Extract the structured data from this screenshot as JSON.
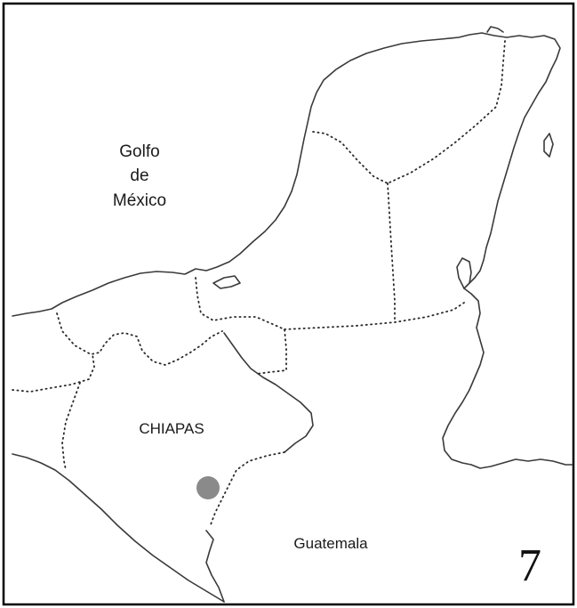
{
  "map": {
    "labels": {
      "gulf_line1": "Golfo",
      "gulf_line2": "de",
      "gulf_line3": "México",
      "state": "CHIAPAS",
      "country": "Guatemala"
    },
    "figure_number": "7",
    "marker": {
      "color": "#8a8a8a",
      "shape": "circle"
    },
    "colors": {
      "frame": "#000000",
      "coastline": "#3a3a3a",
      "borders": "#2a2a2a",
      "background": "#ffffff"
    }
  }
}
